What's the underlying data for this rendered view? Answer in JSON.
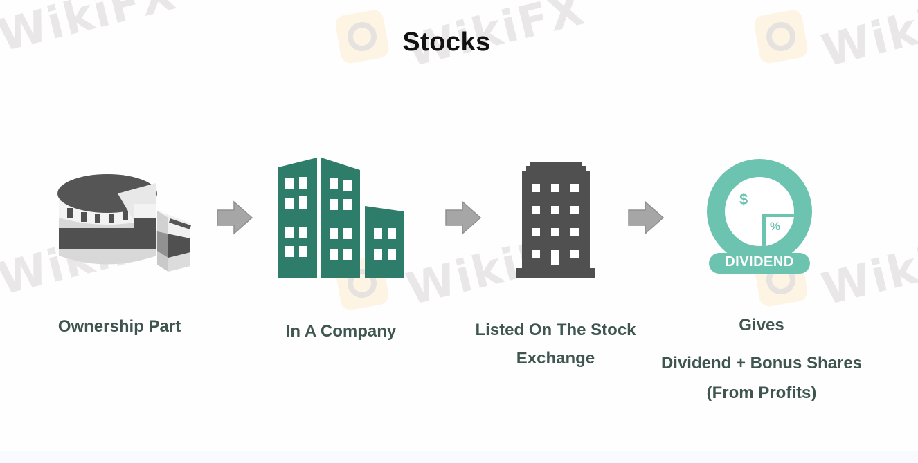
{
  "title": "Stocks",
  "watermark": "WikiFX",
  "colors": {
    "teal_dark": "#2e7d6b",
    "teal_light": "#6cc3b0",
    "gray_icon": "#505050",
    "arrow": "#a6a6a6",
    "label_text": "#3f5650"
  },
  "steps": [
    {
      "icon": "cake-slice-icon",
      "label": "Ownership Part"
    },
    {
      "icon": "company-buildings-icon",
      "label": "In A Company"
    },
    {
      "icon": "stock-exchange-building-icon",
      "label_line1": "Listed On The Stock",
      "label_line2": "Exchange"
    },
    {
      "icon": "dividend-pie-icon",
      "badge": "DIVIDEND",
      "dollar": "$",
      "percent": "%",
      "label_line1": "Gives",
      "label_line2": "Dividend + Bonus Shares",
      "label_line3": "(From Profits)"
    }
  ],
  "arrows": [
    "arrow-right-icon",
    "arrow-right-icon",
    "arrow-right-icon"
  ]
}
